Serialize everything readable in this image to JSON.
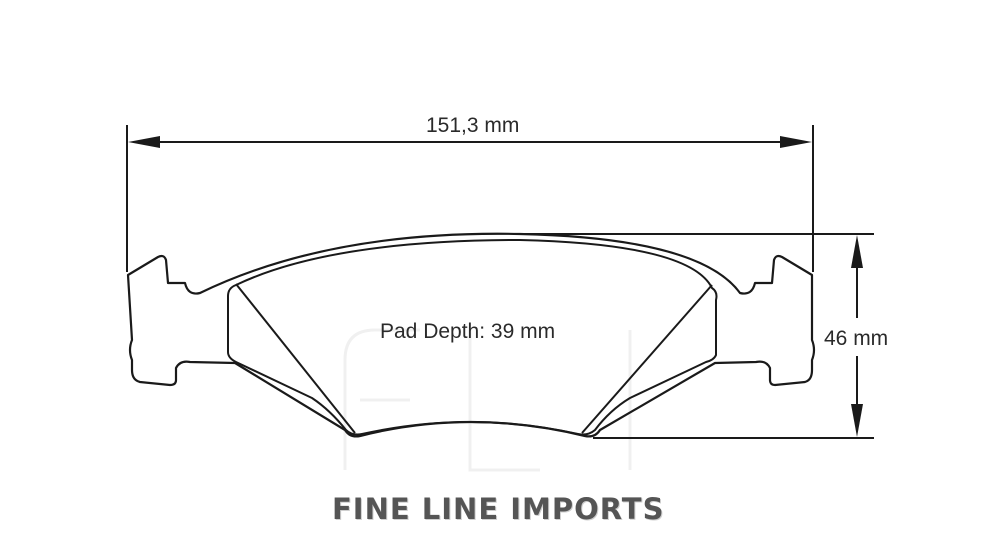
{
  "diagram": {
    "subject": "brake-pad-outline",
    "dimensions": {
      "width_label": "151,3 mm",
      "height_label": "46 mm",
      "pad_depth_label": "Pad Depth: 39 mm"
    },
    "brand": {
      "name": "FINE LINE IMPORTS",
      "watermark": "FLI"
    },
    "colors": {
      "line": "#1a1a1a",
      "text": "#2a2a2a",
      "brand": "#555555",
      "background": "#ffffff"
    }
  }
}
